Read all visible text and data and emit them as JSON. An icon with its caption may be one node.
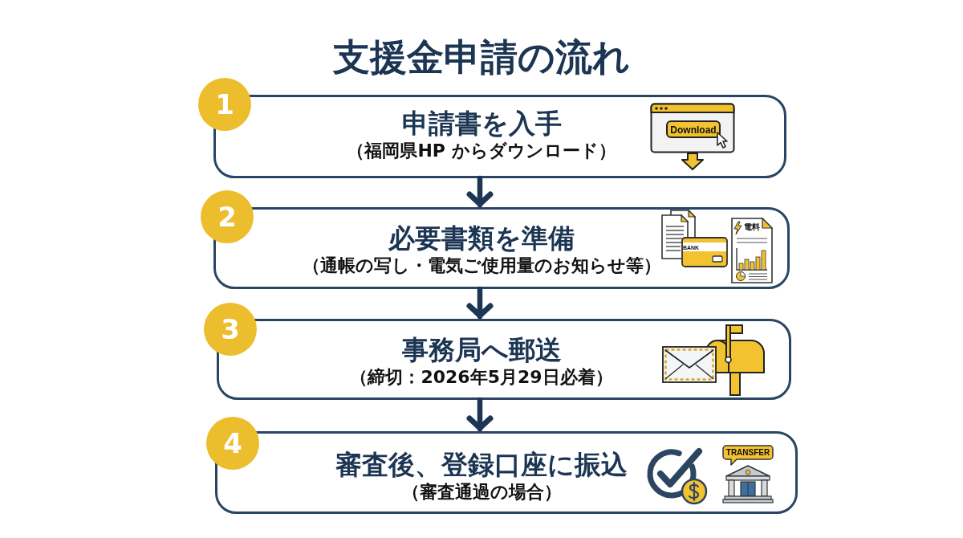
{
  "diagram": {
    "title": "支援金申請の流れ",
    "nodes": [
      {
        "text": [
          "1"
        ]
      },
      {
        "text": [
          "申請書を入手",
          "（福岡県HP からダウンロード）"
        ]
      },
      {
        "text": [
          "2"
        ]
      },
      {
        "text": [
          "必要書類を準備",
          "（通帳の写し・電気ご使用量のお知らせ等）"
        ]
      },
      {
        "text": [
          "3"
        ]
      },
      {
        "text": [
          "事務局へ郵送",
          "（締切：2026年5月29日必着）"
        ]
      },
      {
        "text": [
          "4"
        ]
      },
      {
        "text": [
          "審査後、登録口座に振込",
          "（審査通過の場合）"
        ]
      }
    ],
    "edges": [
      {
        "from": 1,
        "to": 3,
        "arrow": "to"
      },
      {
        "from": 3,
        "to": 5,
        "arrow": "to"
      },
      {
        "from": 5,
        "to": 7,
        "arrow": "to"
      }
    ],
    "labels": [
      "Download",
      "BANK",
      "電料",
      "TRANSFER"
    ]
  }
}
